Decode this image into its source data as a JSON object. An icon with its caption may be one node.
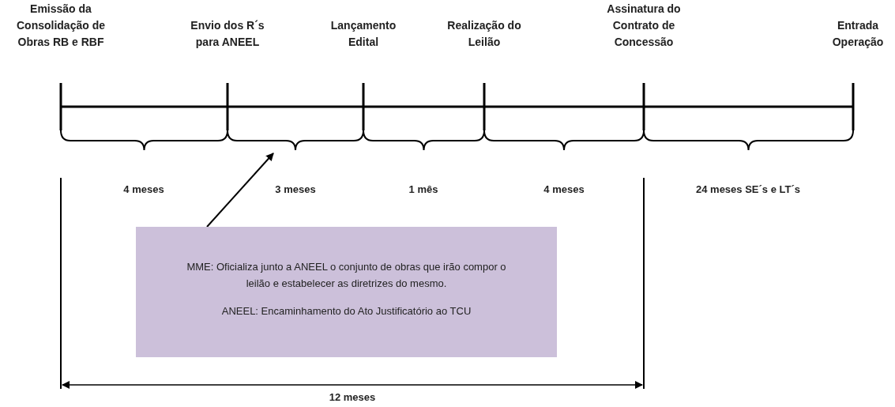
{
  "diagram": {
    "nodes": [
      {
        "text": [],
        "shape": "brace"
      },
      {
        "text": [],
        "shape": "brace"
      },
      {
        "text": [],
        "shape": "brace"
      },
      {
        "text": [],
        "shape": "brace"
      },
      {
        "text": [],
        "shape": "brace"
      },
      {
        "text": [
          "MME: Oficializa junto a ANEEL o conjunto de obras que irão compor o leilão e estabelecer as diretrizes do mesmo.",
          "ANEEL: Encaminhamento do Ato Justificatório ao TCU"
        ]
      }
    ],
    "edges": [
      {
        "from": 5,
        "to": 1,
        "arrow": "to"
      }
    ],
    "labels": [
      "Emissão da Consolidação de Obras RB e RBF",
      "Envio dos R´s para ANEEL",
      "Lançamento Edital",
      "Realização do Leilão",
      "Assinatura do Contrato de Concessão",
      "Entrada Operação",
      "4 meses",
      "3 meses",
      "1 mês",
      "4 meses",
      "24 meses SE´s e LT´s",
      "12 meses"
    ]
  }
}
